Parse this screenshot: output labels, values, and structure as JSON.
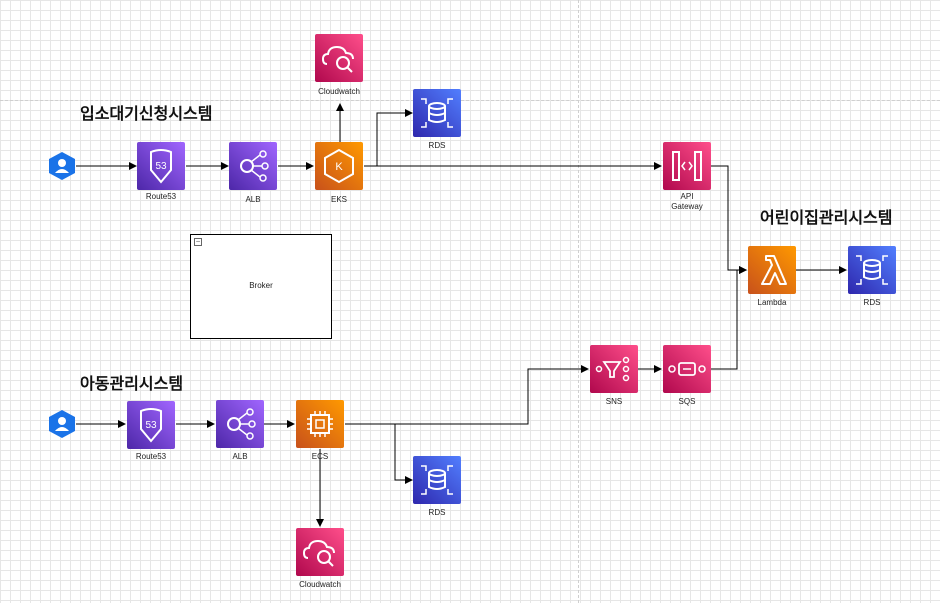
{
  "titles": {
    "top_system": "입소대기신청시스템",
    "bottom_system": "아동관리시스템",
    "right_system": "어린이집관리시스템"
  },
  "top": {
    "route53": "Route53",
    "alb": "ALB",
    "eks": "EKS",
    "cloudwatch": "Cloudwatch",
    "rds": "RDS"
  },
  "bottom": {
    "route53": "Route53",
    "alb": "ALB",
    "ecs": "ECS",
    "cloudwatch": "Cloudwatch",
    "rds": "RDS"
  },
  "right": {
    "api_gateway": "API\nGateway",
    "sns": "SNS",
    "sqs": "SQS",
    "lambda": "Lambda",
    "rds": "RDS"
  },
  "broker": {
    "label": "Broker"
  },
  "icons": {
    "user": "user-icon",
    "route53": "route53-icon",
    "alb": "load-balancer-icon",
    "eks": "eks-icon",
    "ecs": "ecs-icon",
    "cloudwatch": "cloudwatch-icon",
    "rds": "rds-icon",
    "api_gateway": "api-gateway-icon",
    "sns": "sns-icon",
    "sqs": "sqs-icon",
    "lambda": "lambda-icon"
  },
  "colors": {
    "networking": "#8c4fff",
    "compute": "#ed7100",
    "management": "#e7157b",
    "database": "#3b48cc",
    "user": "#1a73e8"
  }
}
